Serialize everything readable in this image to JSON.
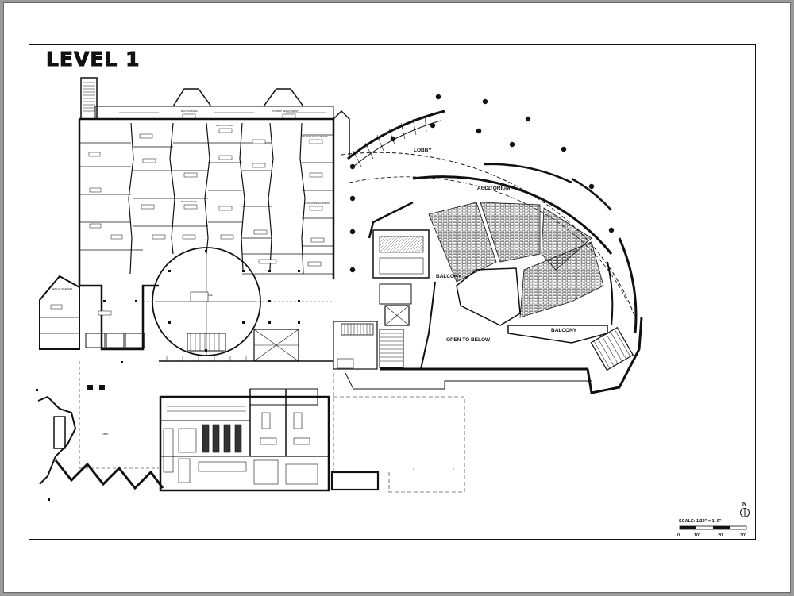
{
  "title": "LEVEL 1",
  "spaces": {
    "lobby_east": "LOBBY",
    "auditorium": "AUDITORIUM",
    "balcony_west": "BALCONY",
    "balcony_south": "BALCONY",
    "open_to_below": "OPEN TO BELOW",
    "lobby_west": "LOBBY"
  },
  "rooms": [
    "STUDENT DEVELOPMENT",
    "MULTICULTURAL",
    "MULTICULTURAL",
    "STUDENT DEVELOPMENT",
    "MULTICULTURAL",
    "STUDENT DEVELOPMENT",
    "FRESH LOUNGE",
    "DEAN OF STUDENTS"
  ],
  "scale": {
    "label": "SCALE: 1/32\" = 1'-0\"",
    "ticks": [
      "0",
      "10'",
      "20'",
      "30'"
    ],
    "north": "N"
  }
}
